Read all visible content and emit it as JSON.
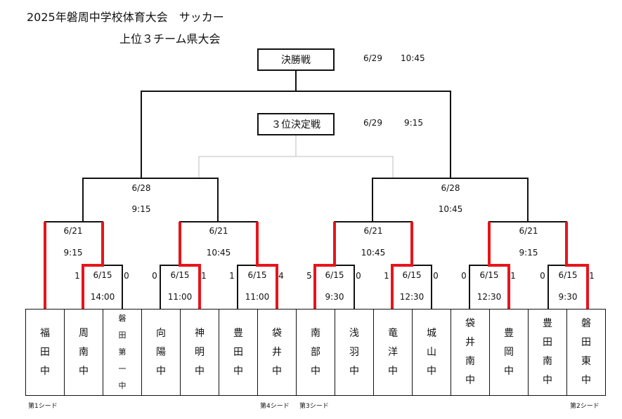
{
  "header": {
    "title": "2025年磐周中学校体育大会　サッカー",
    "subtitle": "上位３チーム県大会"
  },
  "final": {
    "label": "決勝戦",
    "date": "6/29",
    "time": "10:45"
  },
  "third_place": {
    "label": "３位決定戦",
    "date": "6/29",
    "time": "9:15"
  },
  "semis": [
    {
      "date": "6/28",
      "time": "9:15"
    },
    {
      "date": "6/28",
      "time": "10:45"
    }
  ],
  "quarters": [
    {
      "date": "6/21",
      "time": "9:15"
    },
    {
      "date": "6/21",
      "time": "10:45"
    },
    {
      "date": "6/21",
      "time": "10:45"
    },
    {
      "date": "6/21",
      "time": "9:15"
    }
  ],
  "first_round": [
    {
      "date": "6/15",
      "time": "14:00",
      "score_left": "1",
      "score_right": "0"
    },
    {
      "date": "6/15",
      "time": "11:00",
      "score_left": "0",
      "score_right": "1"
    },
    {
      "date": "6/15",
      "time": "11:00",
      "score_left": "1",
      "score_right": "4"
    },
    {
      "date": "6/15",
      "time": "9:30",
      "score_left": "5",
      "score_right": "0"
    },
    {
      "date": "6/15",
      "time": "12:30",
      "score_left": "1",
      "score_right": "0"
    },
    {
      "date": "6/15",
      "time": "12:30",
      "score_left": "0",
      "score_right": "1"
    },
    {
      "date": "6/15",
      "time": "9:30",
      "score_left": "0",
      "score_right": "1"
    }
  ],
  "teams": [
    {
      "chars": [
        "福",
        "田",
        "中"
      ]
    },
    {
      "chars": [
        "周",
        "南",
        "中"
      ]
    },
    {
      "chars": [
        "磐",
        "田",
        "第",
        "一",
        "中"
      ]
    },
    {
      "chars": [
        "向",
        "陽",
        "中"
      ]
    },
    {
      "chars": [
        "神",
        "明",
        "中"
      ]
    },
    {
      "chars": [
        "豊",
        "田",
        "中"
      ]
    },
    {
      "chars": [
        "袋",
        "井",
        "中"
      ]
    },
    {
      "chars": [
        "南",
        "部",
        "中"
      ]
    },
    {
      "chars": [
        "浅",
        "羽",
        "中"
      ]
    },
    {
      "chars": [
        "竜",
        "洋",
        "中"
      ]
    },
    {
      "chars": [
        "城",
        "山",
        "中"
      ]
    },
    {
      "chars": [
        "袋",
        "井",
        "南",
        "中"
      ]
    },
    {
      "chars": [
        "豊",
        "岡",
        "中"
      ]
    },
    {
      "chars": [
        "豊",
        "田",
        "南",
        "中"
      ]
    },
    {
      "chars": [
        "磐",
        "田",
        "東",
        "中"
      ]
    }
  ],
  "seeds": [
    "第1シード",
    "第4シード",
    "第3シード",
    "第2シード"
  ],
  "colors": {
    "winner_line": "#e8141b",
    "line": "#111111",
    "third_line": "#bdbdbd"
  }
}
